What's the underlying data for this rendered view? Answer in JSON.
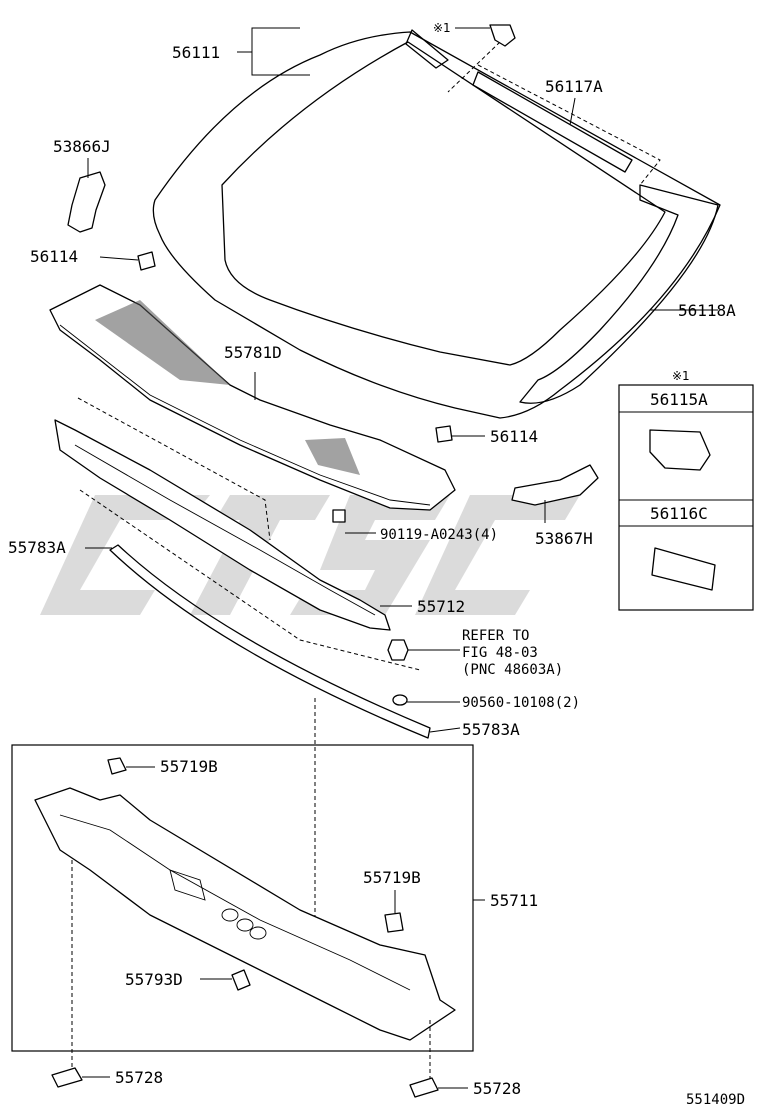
{
  "diagram": {
    "labels": {
      "windshield": "56111",
      "note_ref_top": "※1",
      "weatherstrip_top": "56117A",
      "bracket_left": "53866J",
      "clip_upper": "56114",
      "molding": "56118A",
      "cowl_louver": "55781D",
      "clip_lower": "56114",
      "bolt": "90119-A0243(4)",
      "bracket_right": "53867H",
      "seal_left": "55783A",
      "cowl_inner": "55712",
      "refer_line1": "REFER TO",
      "refer_line2": "FIG 48-03",
      "refer_line3": "(PNC 48603A)",
      "washer": "90560-10108(2)",
      "seal_bottom": "55783A",
      "clip_top_box": "55719B",
      "clip_right_box": "55719B",
      "cowl_panel": "55711",
      "nut": "55793D",
      "cap_left": "55728",
      "cap_right": "55728",
      "figure_id": "551409D"
    },
    "inset": {
      "note": "※1",
      "part_a": "56115A",
      "part_b": "56116C"
    }
  }
}
